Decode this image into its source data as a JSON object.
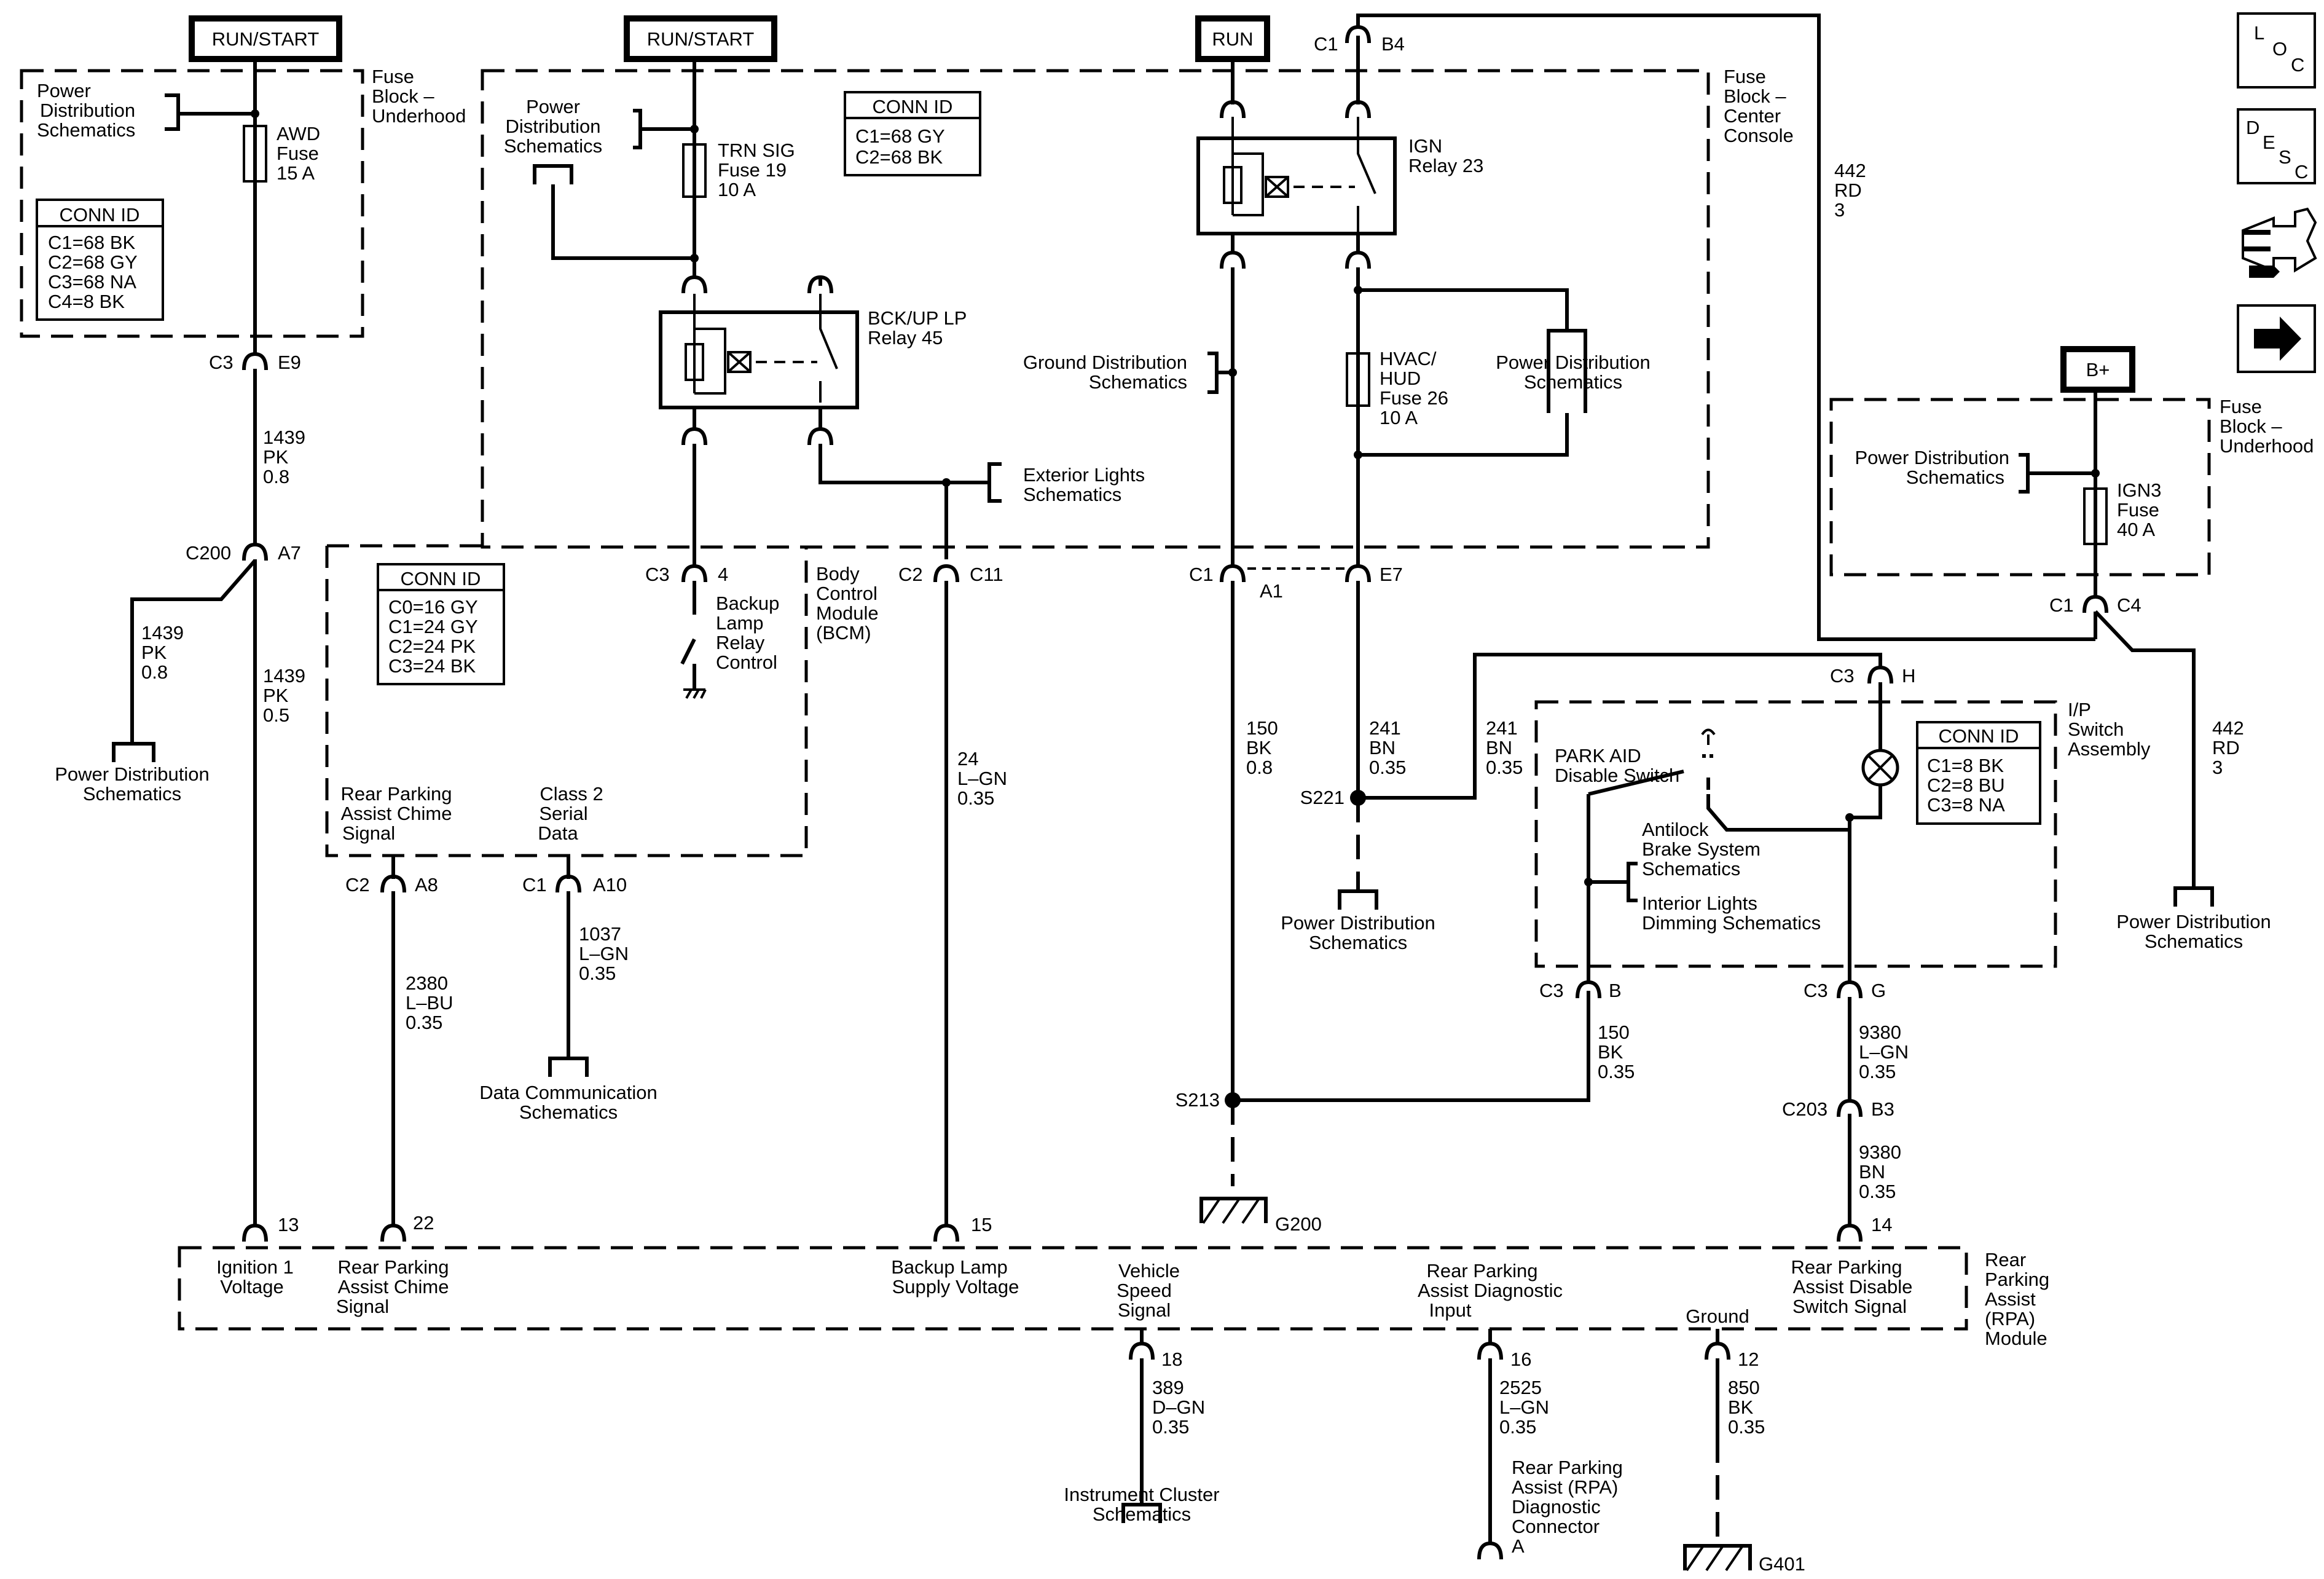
{
  "power_labels": {
    "run_start_1": "RUN/START",
    "run_start_2": "RUN/START",
    "run": "RUN",
    "bplus": "B+"
  },
  "fuse_block_underhood_1": {
    "title": [
      "Fuse",
      "Block –",
      "Underhood"
    ],
    "pd": [
      "Power",
      "Distribution",
      "Schematics"
    ],
    "fuse": [
      "AWD",
      "Fuse",
      "15 A"
    ],
    "conn_title": "CONN ID",
    "conn": [
      "C1=68 BK",
      "C2=68 GY",
      "C3=68 NA",
      "C4=8 BK"
    ]
  },
  "fuse_block_center": {
    "title": [
      "Fuse",
      "Block –",
      "Center",
      "Console"
    ],
    "pd": [
      "Power",
      "Distribution",
      "Schematics"
    ],
    "fuse19": [
      "TRN SIG",
      "Fuse 19",
      "10 A"
    ],
    "conn_title": "CONN ID",
    "conn": [
      "C1=68 GY",
      "C2=68 BK"
    ],
    "relay45": [
      "BCK/UP LP",
      "Relay 45"
    ],
    "ext_lights": [
      "Exterior Lights",
      "Schematics"
    ],
    "relay23": [
      "IGN",
      "Relay 23"
    ],
    "ground_dist": [
      "Ground Distribution",
      "Schematics"
    ],
    "fuse26": [
      "HVAC/",
      "HUD",
      "Fuse 26",
      "10 A"
    ],
    "pd2": [
      "Power Distribution",
      "Schematics"
    ]
  },
  "fuse_block_underhood_2": {
    "title": [
      "Fuse",
      "Block –",
      "Underhood"
    ],
    "pd": [
      "Power Distribution",
      "Schematics"
    ],
    "fuse": [
      "IGN3",
      "Fuse",
      "40 A"
    ]
  },
  "bcm": {
    "title": [
      "Body",
      "Control",
      "Module",
      "(BCM)"
    ],
    "conn_title": "CONN ID",
    "conn": [
      "C0=16 GY",
      "C1=24 GY",
      "C2=24 PK",
      "C3=24 BK"
    ],
    "backup": [
      "Backup",
      "Lamp",
      "Relay",
      "Control"
    ],
    "chime": [
      "Rear Parking",
      "Assist Chime",
      "Signal"
    ],
    "class2": [
      "Class 2",
      "Serial",
      "Data"
    ]
  },
  "ip_switch": {
    "title": [
      "I/P",
      "Switch",
      "Assembly"
    ],
    "park_aid": [
      "PARK AID",
      "Disable Switch"
    ],
    "abs": [
      "Antilock",
      "Brake System",
      "Schematics"
    ],
    "interior": [
      "Interior Lights",
      "Dimming Schematics"
    ],
    "conn_title": "CONN ID",
    "conn": [
      "C1=8 BK",
      "C2=8 BU",
      "C3=8 NA"
    ]
  },
  "rpa_module": {
    "title": [
      "Rear",
      "Parking",
      "Assist",
      "(RPA)",
      "Module"
    ],
    "ign": [
      "Ignition 1",
      "Voltage"
    ],
    "chime": [
      "Rear Parking",
      "Assist Chime",
      "Signal"
    ],
    "backup": [
      "Backup Lamp",
      "Supply Voltage"
    ],
    "vss": [
      "Vehicle",
      "Speed",
      "Signal"
    ],
    "diag": [
      "Rear Parking",
      "Assist Diagnostic",
      "Input"
    ],
    "ground": "Ground",
    "disable": [
      "Rear Parking",
      "Assist Disable",
      "Switch Signal"
    ]
  },
  "connectors": {
    "c3_e9": [
      "C3",
      "E9"
    ],
    "c200_a7": [
      "C200",
      "A7"
    ],
    "c3_4": [
      "C3",
      "4"
    ],
    "c2_c11": [
      "C2",
      "C11"
    ],
    "c1_a1": [
      "C1",
      "A1"
    ],
    "e7": "E7",
    "c1_b4": [
      "C1",
      "B4"
    ],
    "c1_c4": [
      "C1",
      "C4"
    ],
    "c3_h": [
      "C3",
      "H"
    ],
    "c2_a8": [
      "C2",
      "A8"
    ],
    "c1_a10": [
      "C1",
      "A10"
    ],
    "c3_b": [
      "C3",
      "B"
    ],
    "c3_g": [
      "C3",
      "G"
    ],
    "c203_b3": [
      "C203",
      "B3"
    ],
    "p13": "13",
    "p22": "22",
    "p15": "15",
    "p14": "14",
    "p18": "18",
    "p16": "16",
    "p12": "12"
  },
  "splices": {
    "s221": "S221",
    "s213": "S213"
  },
  "grounds": {
    "g200": "G200",
    "g401": "G401"
  },
  "wires": {
    "w1439a": [
      "1439",
      "PK",
      "0.8"
    ],
    "w1439b": [
      "1439",
      "PK",
      "0.8"
    ],
    "w1439c": [
      "1439",
      "PK",
      "0.5"
    ],
    "w2380": [
      "2380",
      "L–BU",
      "0.35"
    ],
    "w1037": [
      "1037",
      "L–GN",
      "0.35"
    ],
    "w24": [
      "24",
      "L–GN",
      "0.35"
    ],
    "w150a": [
      "150",
      "BK",
      "0.8"
    ],
    "w241a": [
      "241",
      "BN",
      "0.35"
    ],
    "w241b": [
      "241",
      "BN",
      "0.35"
    ],
    "w442a": [
      "442",
      "RD",
      "3"
    ],
    "w442b": [
      "442",
      "RD",
      "3"
    ],
    "w150b": [
      "150",
      "BK",
      "0.35"
    ],
    "w9380a": [
      "9380",
      "L–GN",
      "0.35"
    ],
    "w9380b": [
      "9380",
      "BN",
      "0.35"
    ],
    "w389": [
      "389",
      "D–GN",
      "0.35"
    ],
    "w2525": [
      "2525",
      "L–GN",
      "0.35"
    ],
    "w850": [
      "850",
      "BK",
      "0.35"
    ]
  },
  "refs": {
    "pd_left": [
      "Power Distribution",
      "Schematics"
    ],
    "data_comm": [
      "Data Communication",
      "Schematics"
    ],
    "pd_mid": [
      "Power Distribution",
      "Schematics"
    ],
    "pd_right": [
      "Power Distribution",
      "Schematics"
    ],
    "cluster": [
      "Instrument Cluster",
      "Schematics"
    ],
    "rpa_diag": [
      "Rear Parking",
      "Assist (RPA)",
      "Diagnostic",
      "Connector",
      "A"
    ]
  },
  "side_icons": {
    "loc": [
      "L",
      "O",
      "C"
    ],
    "desc": [
      "D",
      "E",
      "S",
      "C"
    ],
    "icons": [
      "loc-icon",
      "desc-icon",
      "connector-tools-icon",
      "arrow-right-icon"
    ]
  }
}
